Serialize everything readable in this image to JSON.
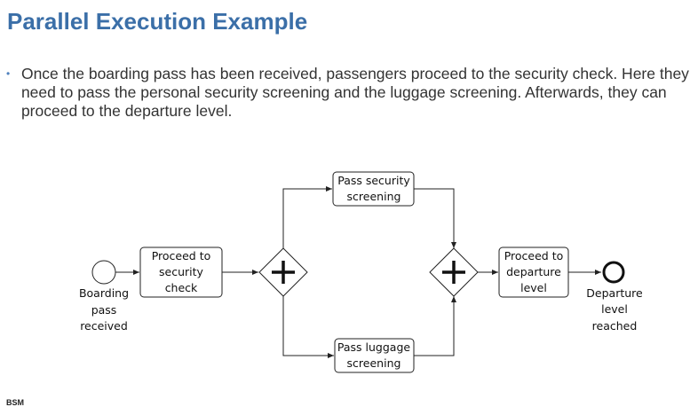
{
  "slide": {
    "title": "Parallel Execution Example",
    "bullet": "Once the boarding pass has been received, passengers proceed to the security check. Here they need to pass the personal security screening and the luggage screening. Afterwards, they can proceed to the departure level."
  },
  "diagram": {
    "start_event": {
      "lines": [
        "Boarding",
        "pass",
        "received"
      ]
    },
    "task_security_check": {
      "lines": [
        "Proceed to",
        "security",
        "check"
      ]
    },
    "task_security_screening": {
      "lines": [
        "Pass security",
        "screening"
      ]
    },
    "task_luggage_screening": {
      "lines": [
        "Pass luggage",
        "screening"
      ]
    },
    "task_departure_level": {
      "lines": [
        "Proceed to",
        "departure",
        "level"
      ]
    },
    "end_event": {
      "lines": [
        "Departure",
        "level",
        "reached"
      ]
    }
  },
  "footer": {
    "text": "BSM"
  },
  "colors": {
    "title": "#3b6fa8",
    "bullet_marker": "#4f81bd",
    "line": "#222222"
  }
}
